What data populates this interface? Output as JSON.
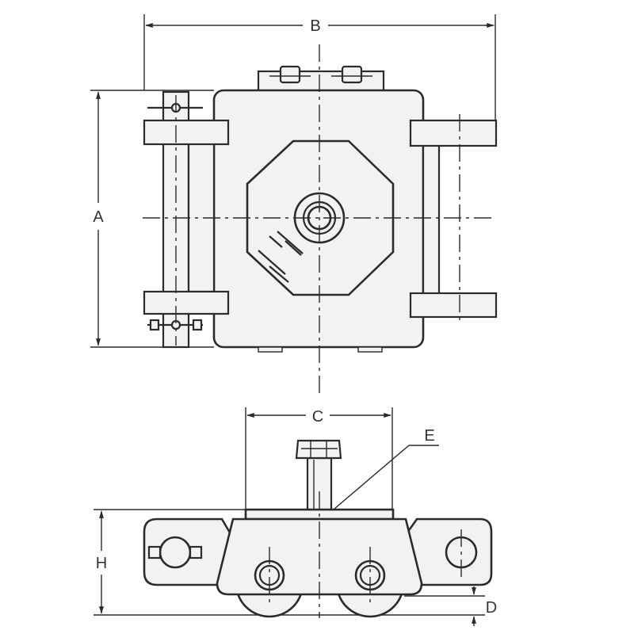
{
  "labels": {
    "a": "A",
    "b": "B",
    "c": "C",
    "d": "D",
    "e": "E",
    "h": "H"
  },
  "colors": {
    "line": "#2b2b2b",
    "part_fill": "#f2f2f2",
    "background": "#ffffff"
  }
}
